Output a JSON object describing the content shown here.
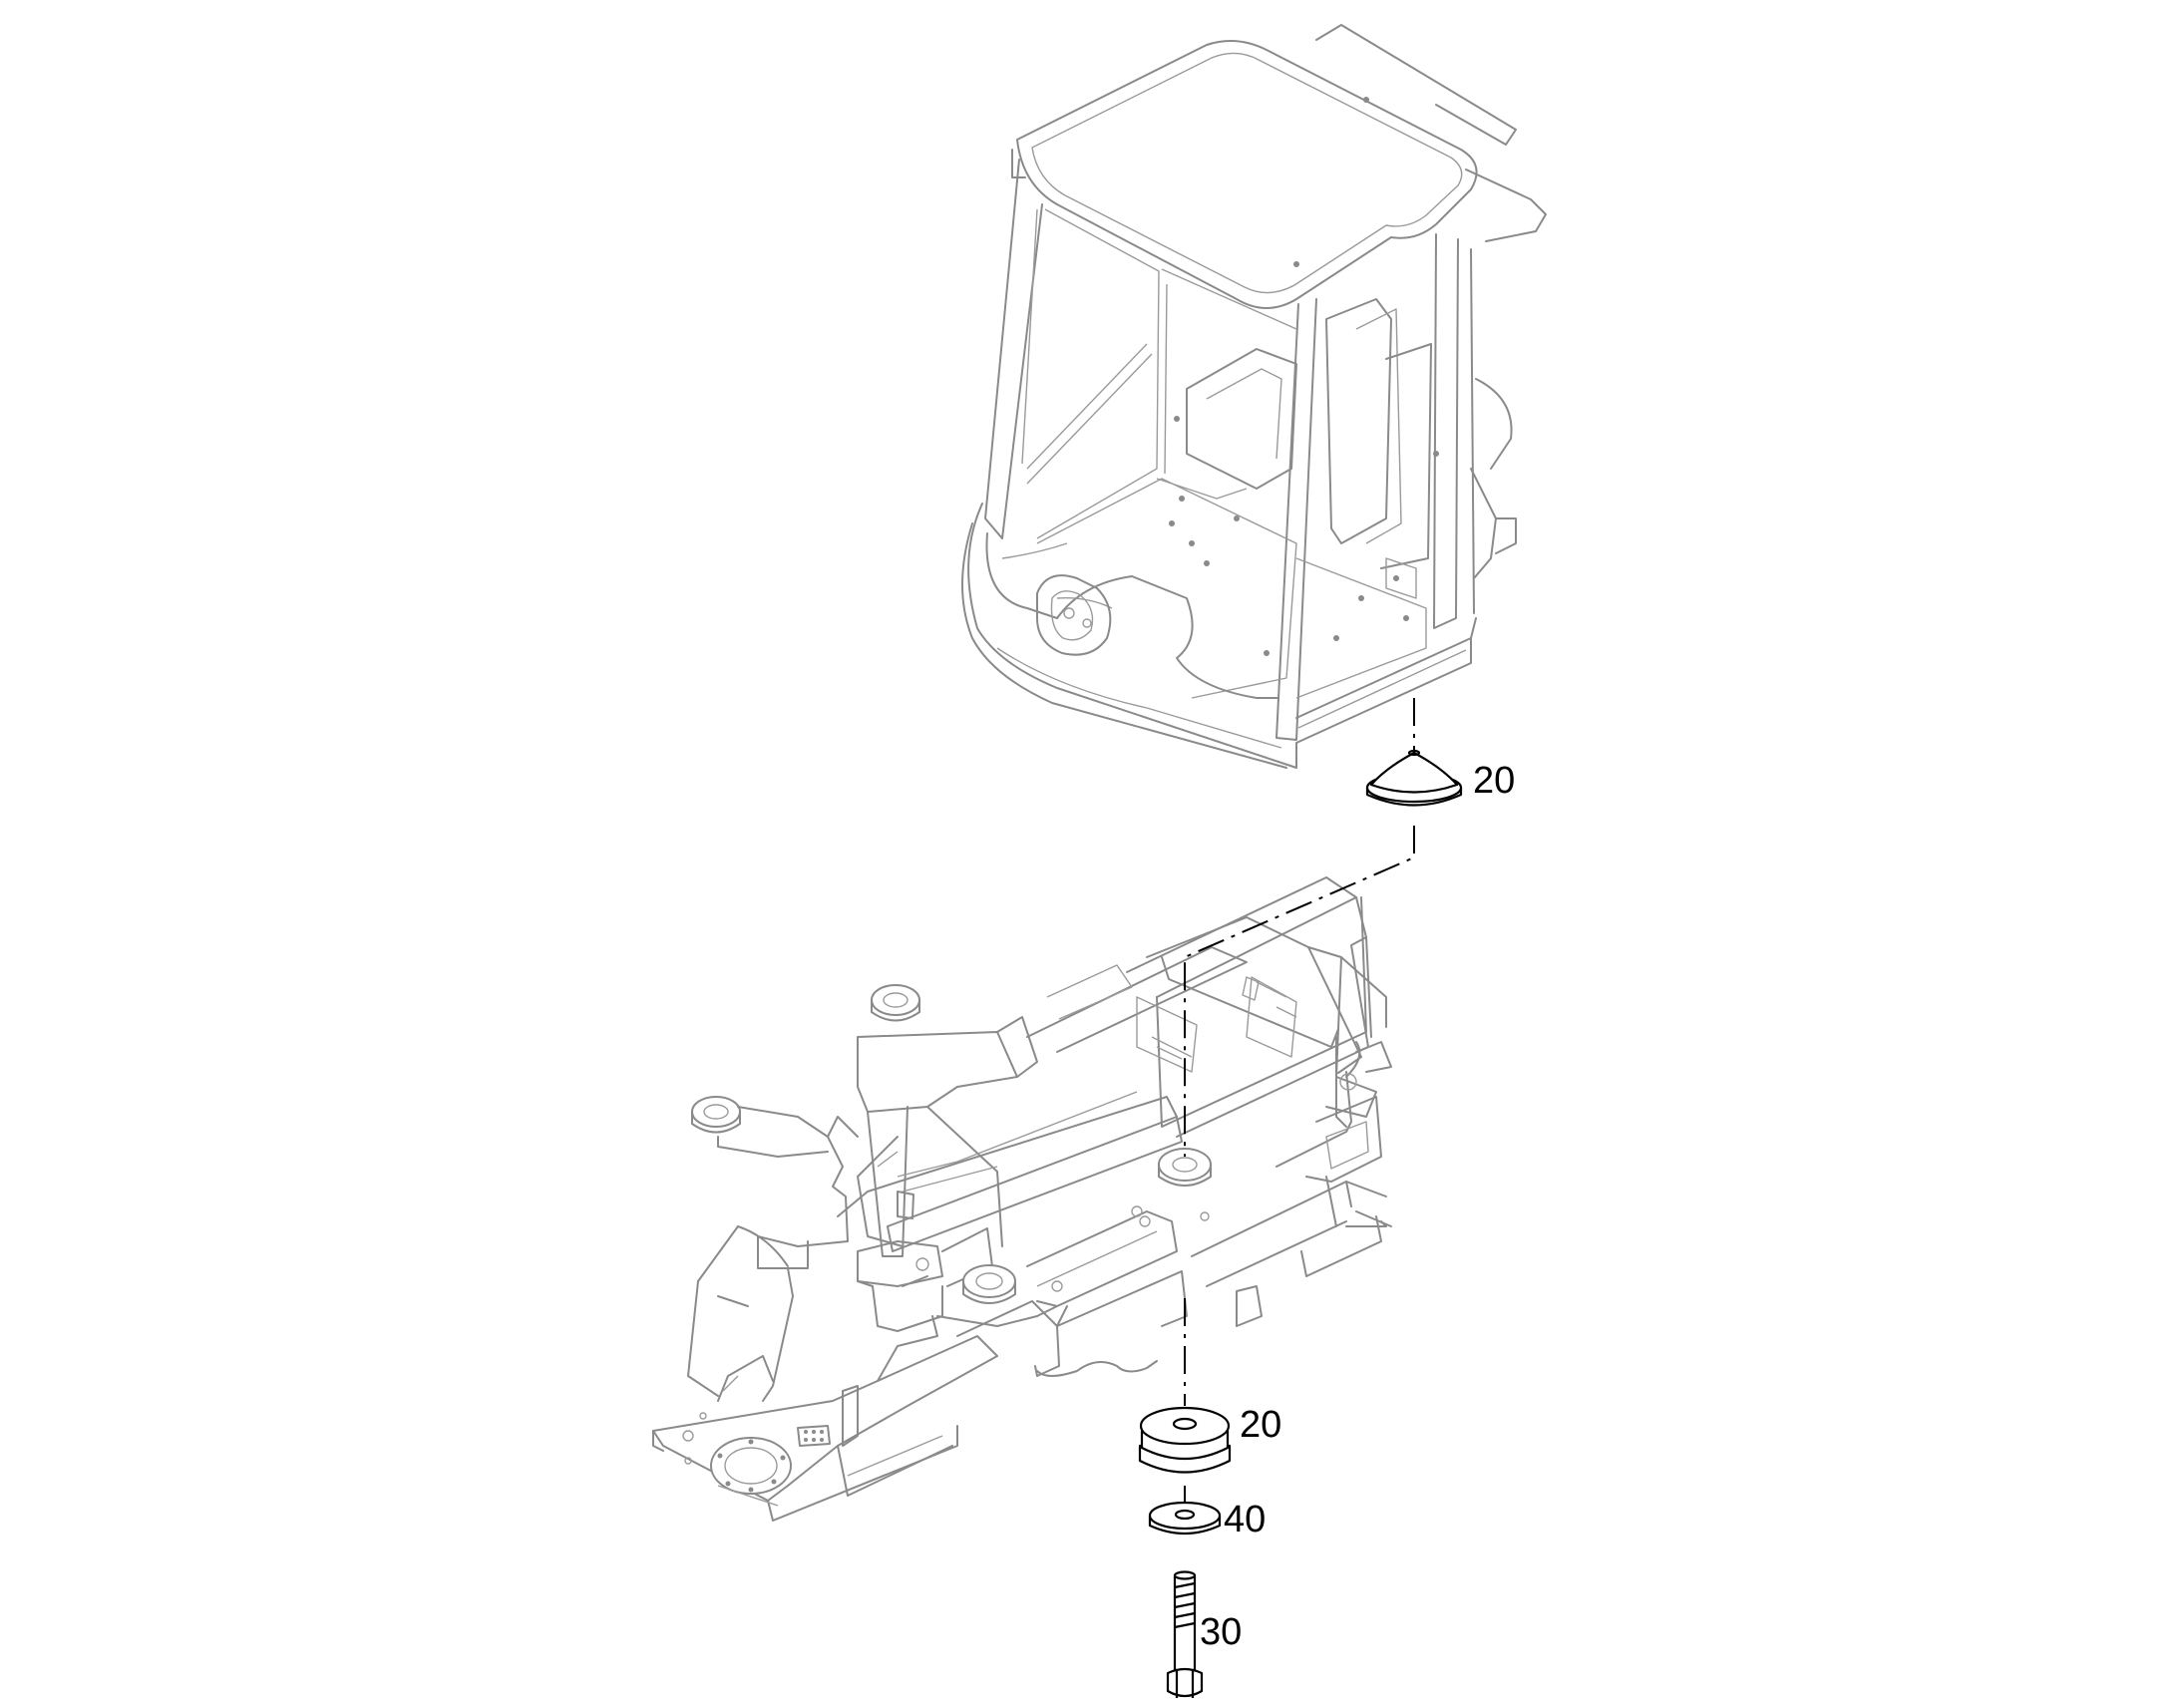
{
  "callouts": {
    "upper_mount": "20",
    "lower_mount": "20",
    "washer": "40",
    "bolt": "30"
  }
}
